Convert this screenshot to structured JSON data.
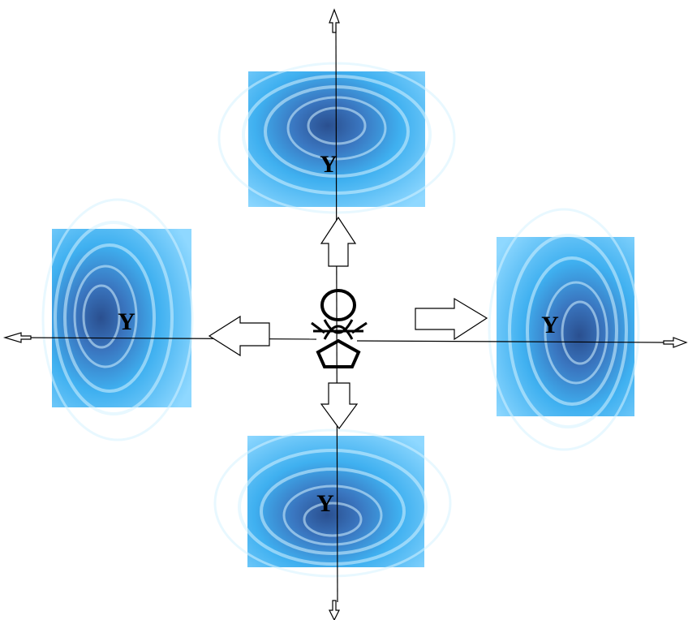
{
  "diagram": {
    "panel_label": "Y",
    "colors": {
      "water_light": "#8fd8ff",
      "water_mid": "#3fb0f0",
      "water_deep": "#1f5fa8",
      "water_core": "#2a4f8f",
      "ring": "#d6f2ff",
      "axis": "#000000",
      "arrow_fill": "#ffffff",
      "arrow_stroke": "#000000"
    },
    "panels": [
      {
        "id": "top",
        "label": "Y"
      },
      {
        "id": "left",
        "label": "Y"
      },
      {
        "id": "right",
        "label": "Y"
      },
      {
        "id": "bottom",
        "label": "Y"
      }
    ],
    "center_symbol": [
      "circle",
      "crossed-loop",
      "pentagon"
    ],
    "block_arrows": [
      "up",
      "down",
      "left",
      "right"
    ],
    "axis_arrows": [
      "up",
      "down",
      "left",
      "right"
    ]
  }
}
